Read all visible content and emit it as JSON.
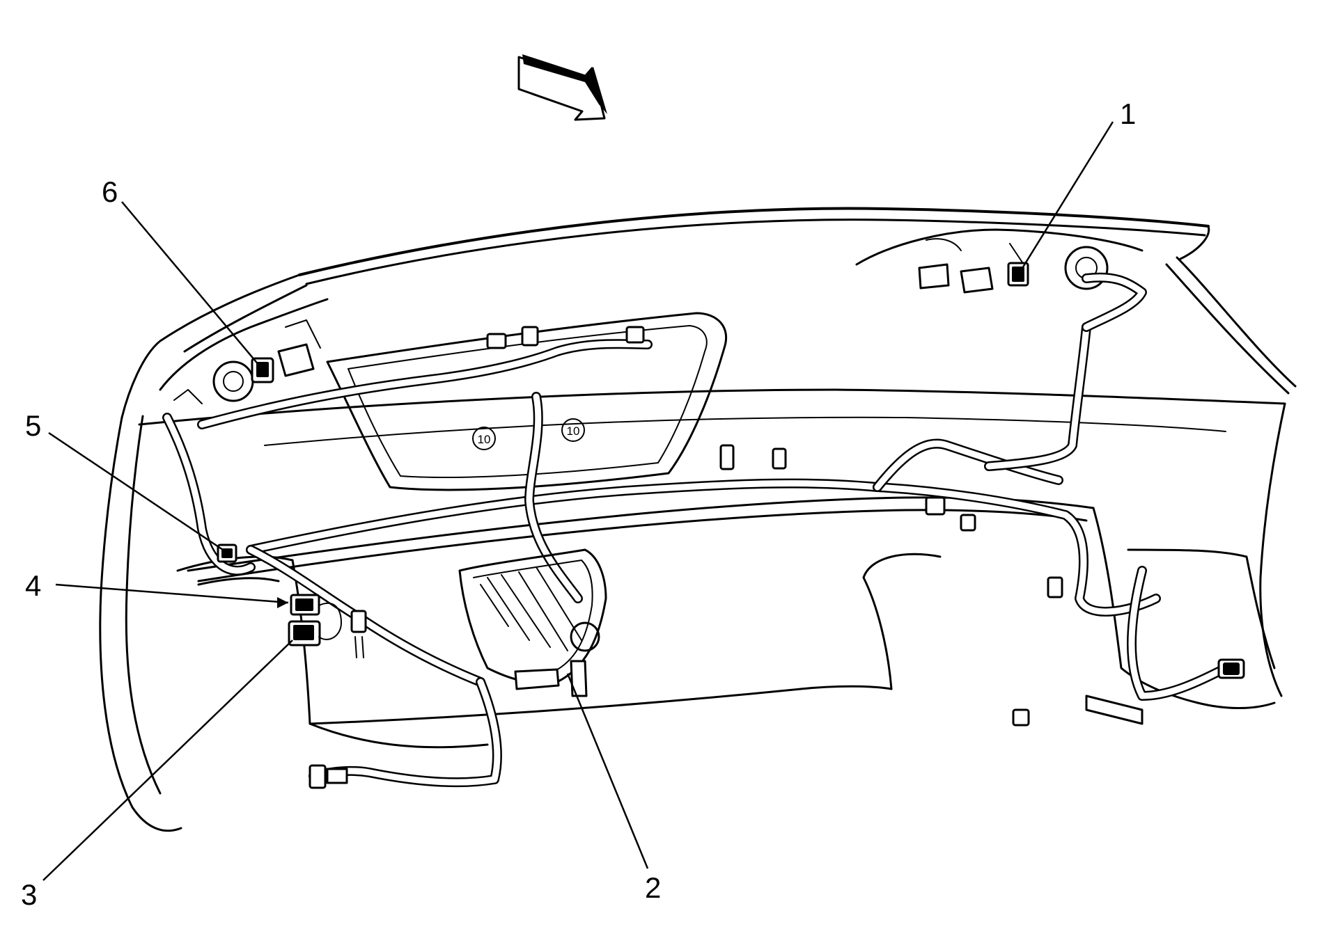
{
  "diagram": {
    "type": "exploded-view",
    "subject": "rear bumper fascia wiring harness",
    "colors": {
      "line": "#000000",
      "background": "#ffffff"
    },
    "direction_indicator": "front-arrow-icon",
    "callouts": [
      {
        "id": "1",
        "label": "1"
      },
      {
        "id": "2",
        "label": "2"
      },
      {
        "id": "3",
        "label": "3"
      },
      {
        "id": "4",
        "label": "4"
      },
      {
        "id": "5",
        "label": "5"
      },
      {
        "id": "6",
        "label": "6"
      }
    ],
    "markings": [
      {
        "id": "marker-left",
        "label": "10"
      },
      {
        "id": "marker-right",
        "label": "10"
      }
    ]
  }
}
